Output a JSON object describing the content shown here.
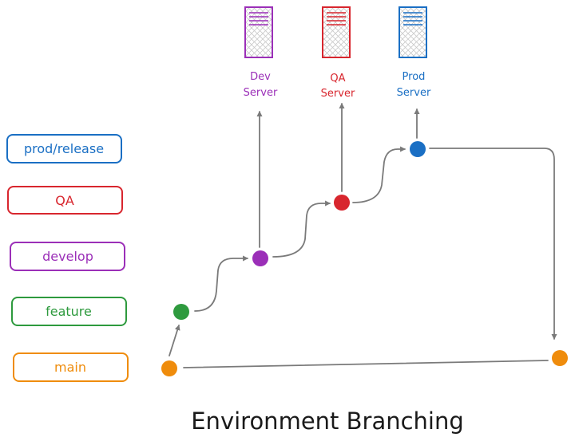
{
  "title": "Environment Branching",
  "branches": [
    {
      "key": "prod",
      "label": "prod/release",
      "color": "#1a6fc4"
    },
    {
      "key": "qa",
      "label": "QA",
      "color": "#d8262e"
    },
    {
      "key": "develop",
      "label": "develop",
      "color": "#9b2fb8"
    },
    {
      "key": "feature",
      "label": "feature",
      "color": "#2e9a3e"
    },
    {
      "key": "main",
      "label": "main",
      "color": "#ef8c0c"
    }
  ],
  "servers": [
    {
      "key": "dev",
      "line1": "Dev",
      "line2": "Server",
      "color": "#9b2fb8"
    },
    {
      "key": "qa",
      "line1": "QA",
      "line2": "Server",
      "color": "#d8262e"
    },
    {
      "key": "prod",
      "line1": "Prod",
      "line2": "Server",
      "color": "#1a6fc4"
    }
  ],
  "colors": {
    "connector": "#7a7a7a",
    "text": "#1a1a1a"
  }
}
